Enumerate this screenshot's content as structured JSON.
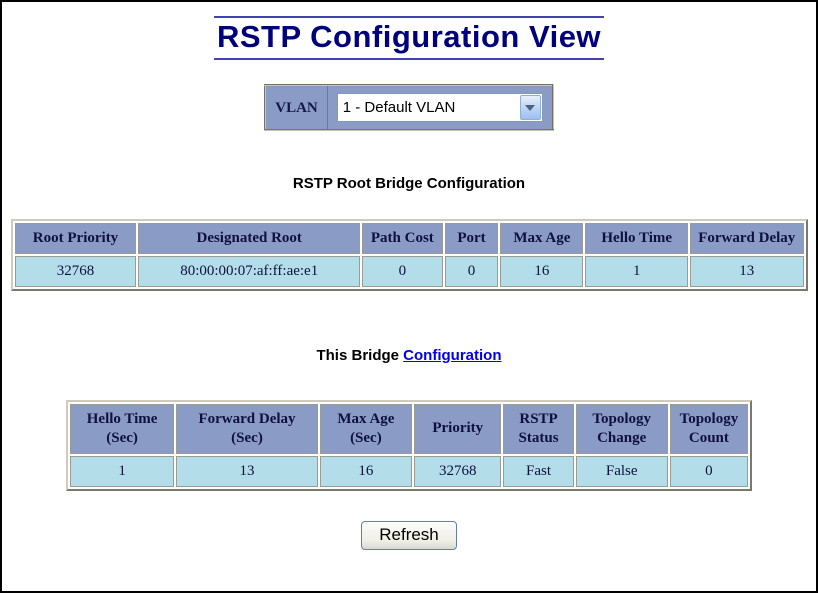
{
  "page": {
    "title": "RSTP Configuration View"
  },
  "vlan_selector": {
    "label": "VLAN",
    "selected_option": "1 - Default VLAN"
  },
  "root_bridge_section": {
    "heading": "RSTP Root Bridge Configuration",
    "columns": [
      "Root Priority",
      "Designated Root",
      "Path Cost",
      "Port",
      "Max Age",
      "Hello Time",
      "Forward Delay"
    ],
    "row": [
      "32768",
      "80:00:00:07:af:ff:ae:e1",
      "0",
      "0",
      "16",
      "1",
      "13"
    ]
  },
  "bridge_section": {
    "heading_prefix": "This Bridge",
    "heading_link": "Configuration",
    "columns": [
      "Hello Time\n(Sec)",
      "Forward Delay\n(Sec)",
      "Max Age\n(Sec)",
      "Priority",
      "RSTP\nStatus",
      "Topology\nChange",
      "Topology\nCount"
    ],
    "row": [
      "1",
      "13",
      "16",
      "32768",
      "Fast",
      "False",
      "0"
    ]
  },
  "actions": {
    "refresh_label": "Refresh"
  },
  "colors": {
    "title_text": "#00007d",
    "title_rule": "#4343ae",
    "table_header_bg": "#8a9cc5",
    "table_cell_bg": "#b3dde8",
    "table_text": "#10103f",
    "link": "#0000ee"
  }
}
